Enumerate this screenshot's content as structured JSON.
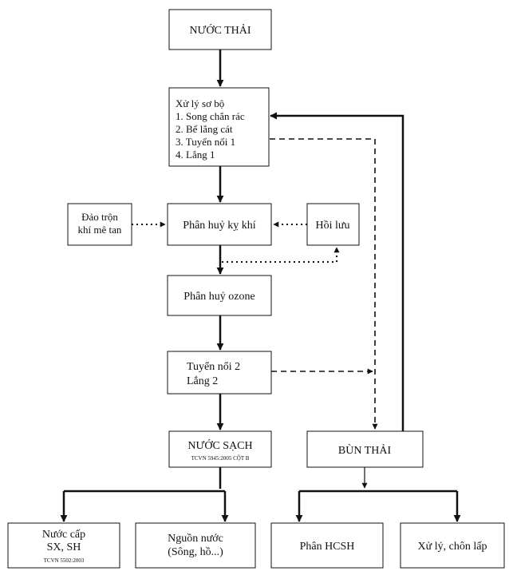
{
  "nodes": {
    "nuoc_thai": {
      "lines": [
        "NƯỚC THẢI"
      ]
    },
    "xu_ly_so_bo": {
      "lines": [
        "Xử lý sơ bộ",
        "1. Song chắn rác",
        "2. Bể lắng cát",
        "3. Tuyển nổi 1",
        "4. Lắng 1"
      ]
    },
    "dao_tron": {
      "lines": [
        "Đảo trộn",
        "khí mê tan"
      ]
    },
    "phan_huy_ky_khi": {
      "lines": [
        "Phân huỷ kỵ khí"
      ]
    },
    "hoi_luu": {
      "lines": [
        "Hồi lưu"
      ]
    },
    "phan_huy_ozone": {
      "lines": [
        "Phân huỷ ozone"
      ]
    },
    "tuyen_noi_2": {
      "lines": [
        "Tuyển nổi 2",
        "Lắng 2"
      ]
    },
    "nuoc_sach": {
      "title": "NƯỚC SẠCH",
      "note": "TCVN 5945:2005  CỘT B"
    },
    "bun_thai": {
      "lines": [
        "BÙN THẢI"
      ]
    },
    "nuoc_cap": {
      "lines": [
        "Nước cấp",
        "SX, SH"
      ],
      "note": "TCVN 5502:2003"
    },
    "nguon_nuoc": {
      "lines": [
        "Nguồn nước",
        "(Sông, hồ...)"
      ]
    },
    "phan_hcsh": {
      "lines": [
        "Phân HCSH"
      ]
    },
    "xu_ly_chon_lap": {
      "lines": [
        "Xử lý, chôn lấp"
      ]
    }
  },
  "colors": {
    "stroke": "#111111",
    "background": "#ffffff"
  }
}
